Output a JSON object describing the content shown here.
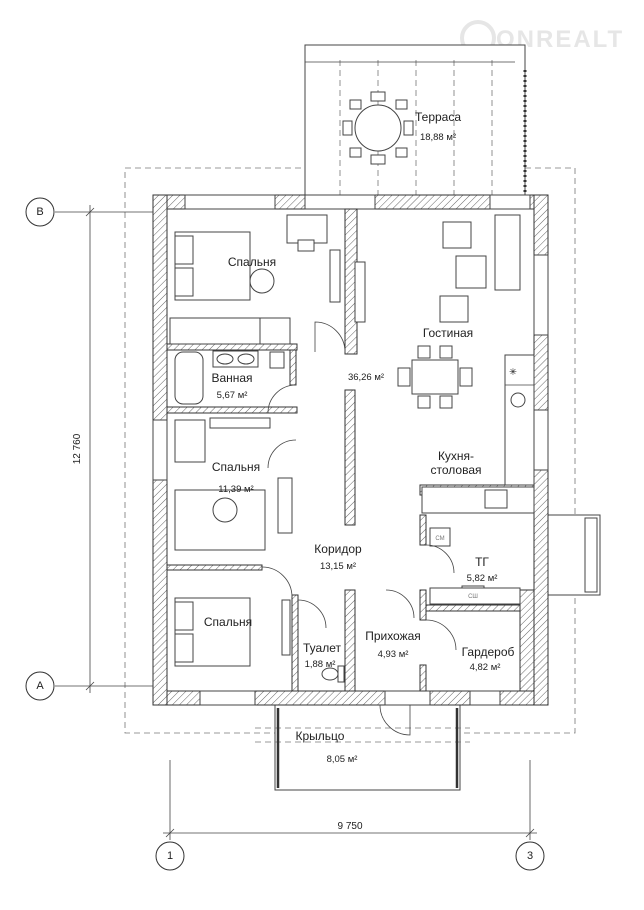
{
  "watermark": "ONREALT",
  "axes": {
    "top": "B",
    "bottom": "A",
    "left": "1",
    "right": "3"
  },
  "dimensions": {
    "height": "12 760",
    "width": "9 750"
  },
  "rooms": {
    "terrace": {
      "name": "Терраса",
      "area": "18,88 м²"
    },
    "bedroom1": {
      "name": "Спальня"
    },
    "bathroom": {
      "name": "Ванная",
      "area": "5,67 м²"
    },
    "bedroom2": {
      "name": "Спальня",
      "area": "11,39 м²"
    },
    "bedroom3": {
      "name": "Спальня"
    },
    "corridor": {
      "name": "Коридор",
      "area": "13,15 м²"
    },
    "toilet": {
      "name": "Туалет",
      "area": "1,88 м²"
    },
    "hall": {
      "name": "Прихожая",
      "area": "4,93 м²"
    },
    "wardrobe": {
      "name": "Гардероб",
      "area": "4,82 м²"
    },
    "utility": {
      "name": "ТГ",
      "area": "5,82 м²"
    },
    "living": {
      "name": "Гостиная",
      "area": "36,26 м²"
    },
    "kitchen": {
      "name1": "Кухня-",
      "name2": "столовая"
    },
    "porch": {
      "name": "Крыльцо",
      "area": "8,05 м²"
    }
  },
  "appliances": {
    "washer": "СМ",
    "dryer": "СШ"
  }
}
